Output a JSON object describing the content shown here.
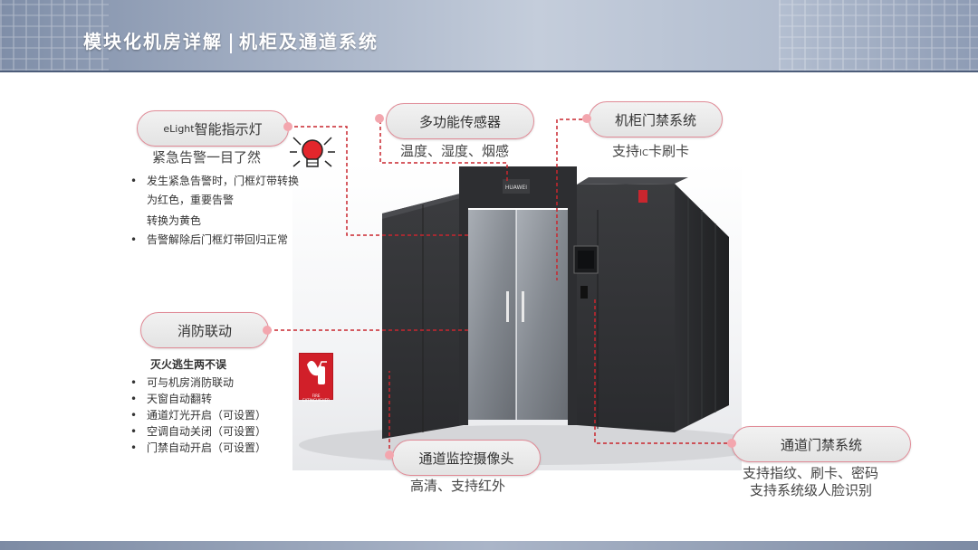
{
  "header": {
    "title_left": "模块化机房详解",
    "title_right": "机柜及通道系统"
  },
  "cabinet": {
    "brand": "HUAWEI"
  },
  "callouts": {
    "elight": {
      "label_prefix": "eLight",
      "label": "智能指示灯",
      "subtitle": "紧急告警一目了然",
      "bullets": [
        "发生紧急告警时，门框灯带转换为红色，重要告警",
        "转换为黄色",
        "告警解除后门框灯带回归正常"
      ]
    },
    "sensor": {
      "label": "多功能传感器",
      "subtitle": "温度、湿度、烟感"
    },
    "cabinet_access": {
      "label": "机柜门禁系统",
      "subtitle_prefix": "支持",
      "subtitle_small": "IC",
      "subtitle_suffix": "卡刷卡"
    },
    "fire": {
      "label": "消防联动",
      "heading": "灭火逃生两不误",
      "bullets": [
        "可与机房消防联动",
        "天窗自动翻转",
        "通道灯光开启（可设置）",
        "空调自动关闭（可设置）",
        "门禁自动开启（可设置）"
      ],
      "sign_text": "FIRE EXTINGUISHER"
    },
    "camera": {
      "label": "通道监控摄像头",
      "subtitle": "高清、支持红外"
    },
    "aisle_access": {
      "label": "通道门禁系统",
      "subtitle_line1": "支持指纹、刷卡、密码",
      "subtitle_line2": "支持系统级人脸识别"
    }
  },
  "colors": {
    "accent_red": "#c9262e",
    "pill_border": "#e08a96",
    "header": "#8d9bb4"
  }
}
